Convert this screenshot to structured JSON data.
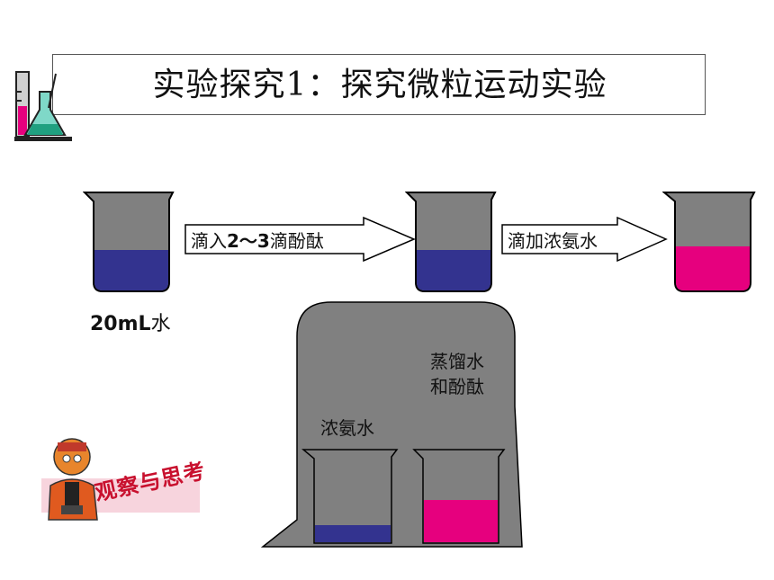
{
  "title": "实验探究1：探究微粒运动实验",
  "step1": {
    "prefix": "滴入",
    "amount": "2～3",
    "reagent": "滴酚酞"
  },
  "step2": {
    "label": "滴加浓氨水"
  },
  "volume_label": {
    "amount": "20mL",
    "unit": "水"
  },
  "bell_jar": {
    "left_label": "浓氨水",
    "right_label_line1": "蒸馏水",
    "right_label_line2": "和酚酞"
  },
  "observe_badge": "观察与思考",
  "colors": {
    "water": "#33338f",
    "pink": "#e6007e",
    "beaker_gray": "#808080",
    "jar_gray": "#808080"
  }
}
